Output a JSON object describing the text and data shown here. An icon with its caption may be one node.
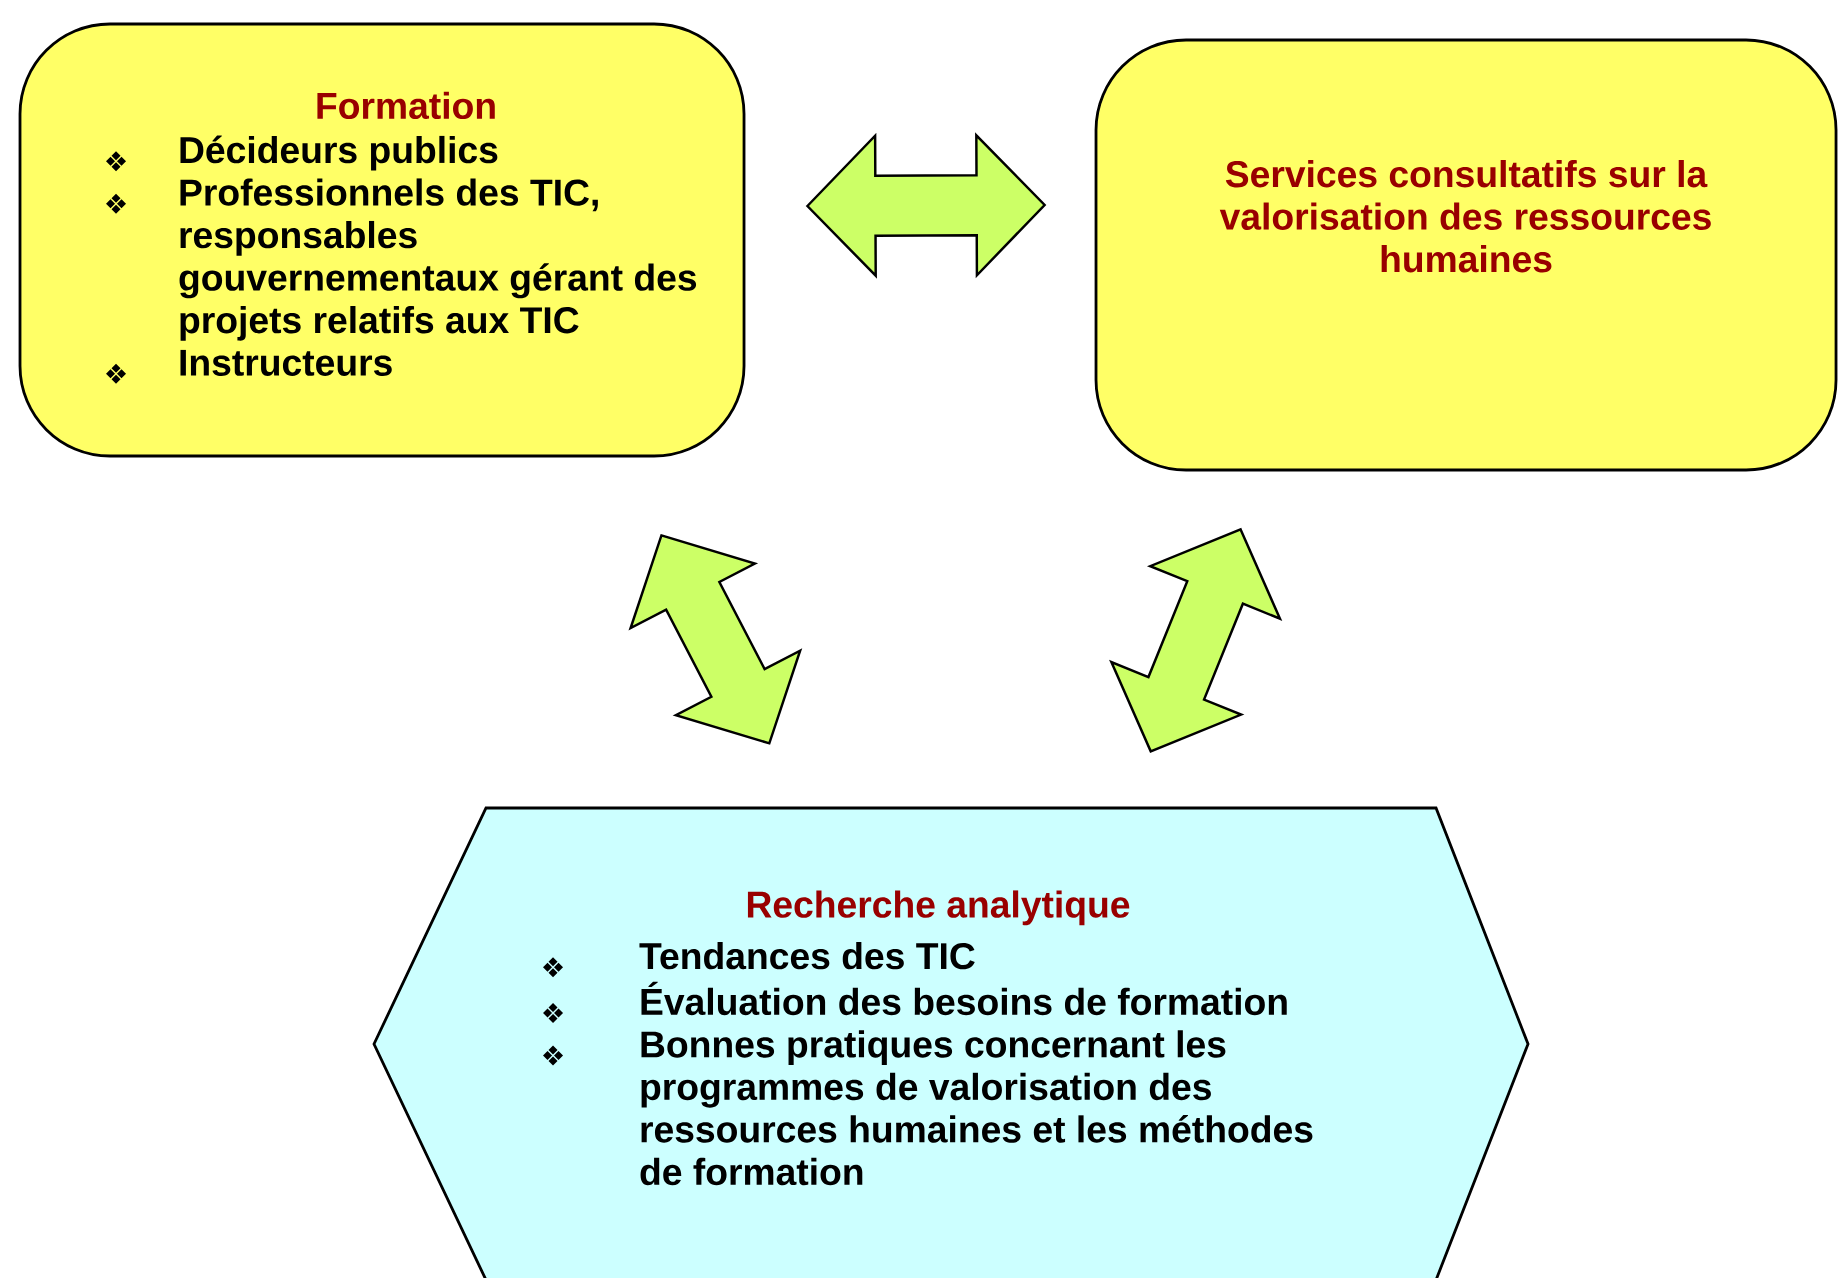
{
  "diagram": {
    "nodes": [
      {
        "text": [
          "Formation",
          "Décideurs publics",
          "Professionnels des TIC, responsables gouvernementaux gérant des projets relatifs aux TIC",
          "Instructeurs"
        ]
      },
      {
        "text": [
          "Services consultatifs sur la valorisation des ressources humaines"
        ]
      },
      {
        "text": [
          "Recherche analytique",
          "Tendances des TIC",
          "Évaluation des besoins de formation",
          "Bonnes pratiques concernant les programmes de valorisation des ressources humaines et les méthodes de formation"
        ]
      }
    ],
    "edges": [
      {
        "from": 0,
        "to": 1,
        "arrow": "both"
      },
      {
        "from": 0,
        "to": 2,
        "arrow": "both"
      },
      {
        "from": 1,
        "to": 2,
        "arrow": "both"
      }
    ]
  }
}
